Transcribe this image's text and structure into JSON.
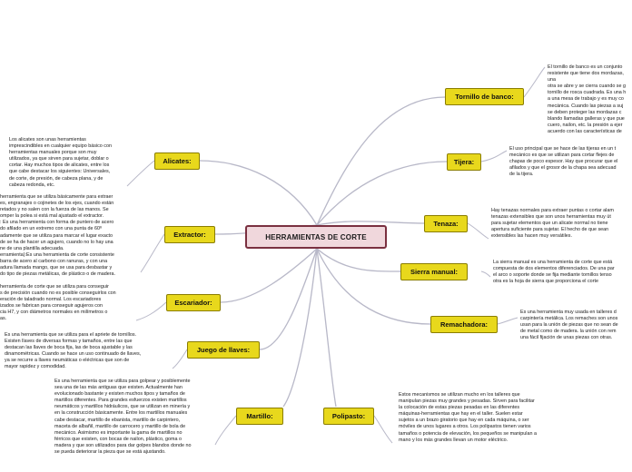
{
  "central": {
    "label": "HERRAMIENTAS DE CORTE"
  },
  "colors": {
    "central_fill": "#f0d7dc",
    "central_border": "#7a3040",
    "topic_fill": "#e8d81c",
    "connector": "#b8b8c8"
  },
  "topics": {
    "tornillo": {
      "label": "Tornillo de banco:",
      "note": "El tornillo de banco es un conjunto\nresistente que tiene dos mordazas, una\notra se abre y se cierra cuando se g\ntornillo de rosca cuadrada. Es una h\na una mesa de trabajo y es muy co\nmecánica. Cuando las piezas a suj\nse deben proteger las mordazas c\nblando llamadas galleras y que pue\ncuero, nailon, etc. la presión a ejer\nacuerdo con las características de\nque se sujeta."
    },
    "tijera": {
      "label": "Tijera:",
      "note": "El uso principal que se hace de las tijeras en un t\nmecánico es que se utilizan para cortar flejes de\nchapas de poco espesor. Hay que procurar que el\nafilados y que el grosor de la chapa sea adecuad\nde la tijera."
    },
    "tenaza": {
      "label": "Tenaza:",
      "note": "Hay tenazas normales para extraer puntas o cortar alam\ntenazas extensibles que son unos herramientas muy út\npara sujetar elementos que un alicate normal no tiene\napertura suficiente para sujetar. El hecho de que sean\nextensibles las hacen muy versátiles."
    },
    "sierra": {
      "label": "Sierra manual:",
      "note": "La sierra manual es una herramienta de corte que está\ncompuesta de dos elementos diferenciados. De una par\nel arco o soporte donde se fija mediante tornillos tenso\notra es la hoja de sierra que proporciona el corte"
    },
    "remachadora": {
      "label": "Remachadora:",
      "note": "Es una herramienta muy usada en talleres d\ncarpintería metálica. Los remaches son unos\nusan para la unión de piezas que no sean de\nde metal como de madera. la unión con rem\nuna fácil fijación de unas piezas con otras."
    },
    "polipasto": {
      "label": "Polipasto:",
      "note": "Estos mecanismos se utilizan mucho en los talleres que\nmanipulan piezas muy grandes y pesadas. Sirven para facilitar\nla colocación de estas piezas pesadas en las diferentes\nmáquinas-herramientas que hay en el taller. Suelen estar\nsujetos a un brazo giratorio que hay en cada máquina, o ser\nmóviles de unos lugares a otros. Los polipastos tienen varios\ntamaños o potencia de elevación, los pequeños se manipulan a\nmano y los más grandes llevan un motor eléctrico."
    },
    "alicates": {
      "label": "Alicates:",
      "note": "Los alicates son unas herramientas\nimprescindibles en cualquier equipo básico con\nherramientas manuales porque son muy\nutilizados, ya que sirven para sujetar, doblar o\ncortar. Hay muchos tipos de alicates, entre los\nque cabe destacar los siguientes: Universales,\nde corte, de presión, de cabeza plana, y de\ncabeza redonda, etc."
    },
    "extractor": {
      "label": "Extractor:",
      "note": "herramienta que se utiliza básicamente para extraer\nes, engranajes o cojinetes de los ejes, cuando están\nretados y no salen con la fuerza de las manos. Se\nomper la polea si está mal ajustado el extractor.\n: Es una herramienta con forma de puntero de acero\ndo afilado en un extremo con una punta de 60º\nadamente que se utiliza para marcar el lugar exacto\nde se ha de hacer un agujero, cuando no lo hay una\nne de una plantilla adecuada.\nerramienta):Es una herramienta de corte consistente\nbarra de acero al carbono con ranuras, y con una\nadura llamada mango, que se usa para desbastar y\ndo tipo de piezas metálicas, de plástico o de madera."
    },
    "escariador": {
      "label": "Escariador:",
      "note": "herramienta de corte que se utiliza para conseguir\ns de precisión cuando no es posible conseguirlos con\neración de taladrado normal. Los escariadores\nizados se fabrican para conseguir agujeros con\ncia H7, y con diámetros normales en milímetros o\nas."
    },
    "juego": {
      "label": "Juego de llaves:",
      "note": "Es una herramienta que se utiliza para el apriete de tornillos.\nExisten llaves de diversas formas y tamaños, entre las que\ndestacan las llaves de boca fija, las de boca ajustable y las\ndinamométricas. Cuando se hace un uso continuado de llaves,\nya se recurre a llaves neumáticas o eléctricas que son de\nmayor rapidez y comodidad."
    },
    "martillo": {
      "label": "Martillo:",
      "note": "Es una herramienta que se utiliza para golpear y posiblemente\nsea una de las más antiguas que existen. Actualmente han\nevolucionado bastante y existen muchos tipos y tamaños de\nmartillos diferentes. Para grandes esfuerzos existen martillos\nneumáticos y martillos hidráulicos, que se utilizan en minería y\nen la construcción básicamente. Entre los martillos manuales\ncabe destacar, martillo de ebanista, martillo de carpintero,\nmaceta de albañil, martillo de carrocero y martillo de bola de\nmecánico. Asimismo es importante la gama de martillos no\nférricos que existen, con bocas de nailon, plástico, goma o\nmadera y que son utilizados para dar golpes blandos donde no\nse pueda deteriorar la pieza que se está ajustando."
    }
  }
}
